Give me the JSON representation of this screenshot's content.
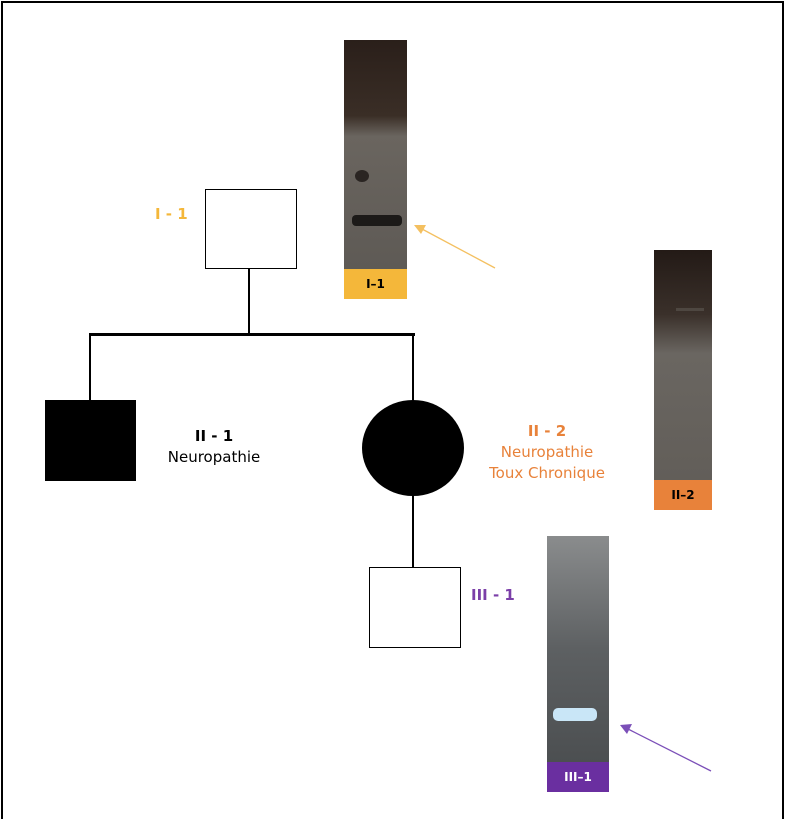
{
  "individuals": {
    "I1": {
      "id_label": "I - 1",
      "color": "#f4b73a",
      "affected": false,
      "sex": "male"
    },
    "II1": {
      "id_label": "II - 1",
      "description": "Neuropathie",
      "color": "#000000",
      "affected": true,
      "sex": "male"
    },
    "II2": {
      "id_label": "II - 2",
      "description_1": "Neuropathie",
      "description_2": "Toux Chronique",
      "color": "#e8823a",
      "affected": true,
      "sex": "female"
    },
    "III1": {
      "id_label": "III - 1",
      "color": "#7b3fa8",
      "affected": false,
      "sex": "male"
    }
  },
  "gels": {
    "I1": {
      "tag": "I–1",
      "tag_color": "#f4b73a",
      "tag_text_color": "#000000"
    },
    "II2": {
      "tag": "II–2",
      "tag_color": "#e8823a",
      "tag_text_color": "#000000"
    },
    "III1": {
      "tag": "III–1",
      "tag_color": "#6a2fa0",
      "tag_text_color": "#ffffff"
    }
  },
  "arrows": {
    "I1_color": "#f4c060",
    "III1_color": "#7b4fb8"
  }
}
